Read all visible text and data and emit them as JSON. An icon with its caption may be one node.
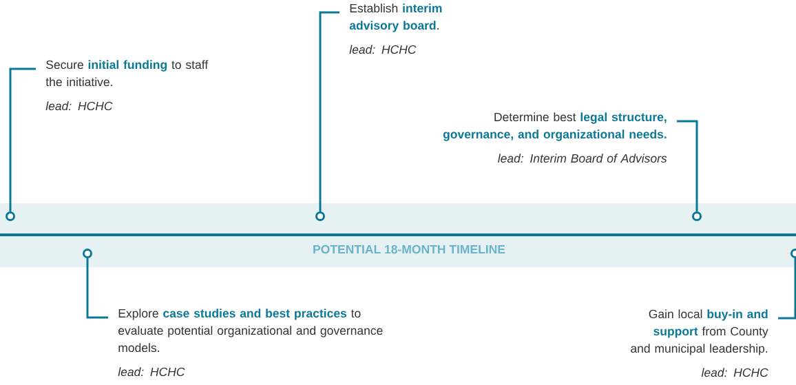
{
  "diagram": {
    "nodes": [
      {
        "text": [
          "Secure **initial funding** to staff the initiative.",
          "lead: HCHC"
        ]
      },
      {
        "text": [
          "Explore **case studies and best practices** to evaluate potential organizational and governance models.",
          "lead: HCHC"
        ]
      },
      {
        "text": [
          "Establish **interim advisory board**.",
          "lead: HCHC"
        ]
      },
      {
        "text": [
          "Determine best **legal structure, governance, and organizational needs.**",
          "lead: Interim Board of Advisors"
        ]
      },
      {
        "text": [
          "Gain local **buy-in and support** from County and municipal leadership.",
          "lead: HCHC"
        ]
      },
      {
        "text": [],
        "shape": "circle"
      },
      {
        "text": [],
        "shape": "circle"
      },
      {
        "text": [],
        "shape": "circle"
      },
      {
        "text": [],
        "shape": "circle"
      },
      {
        "text": [],
        "shape": "circle"
      }
    ],
    "edges": [
      {
        "from": 0,
        "to": 5,
        "arrow": "none"
      },
      {
        "from": 1,
        "to": 6,
        "arrow": "none"
      },
      {
        "from": 2,
        "to": 7,
        "arrow": "none"
      },
      {
        "from": 3,
        "to": 8,
        "arrow": "none"
      },
      {
        "from": 4,
        "to": 9,
        "arrow": "none"
      }
    ],
    "labels": [
      "POTENTIAL 18-MONTH TIMELINE"
    ]
  }
}
